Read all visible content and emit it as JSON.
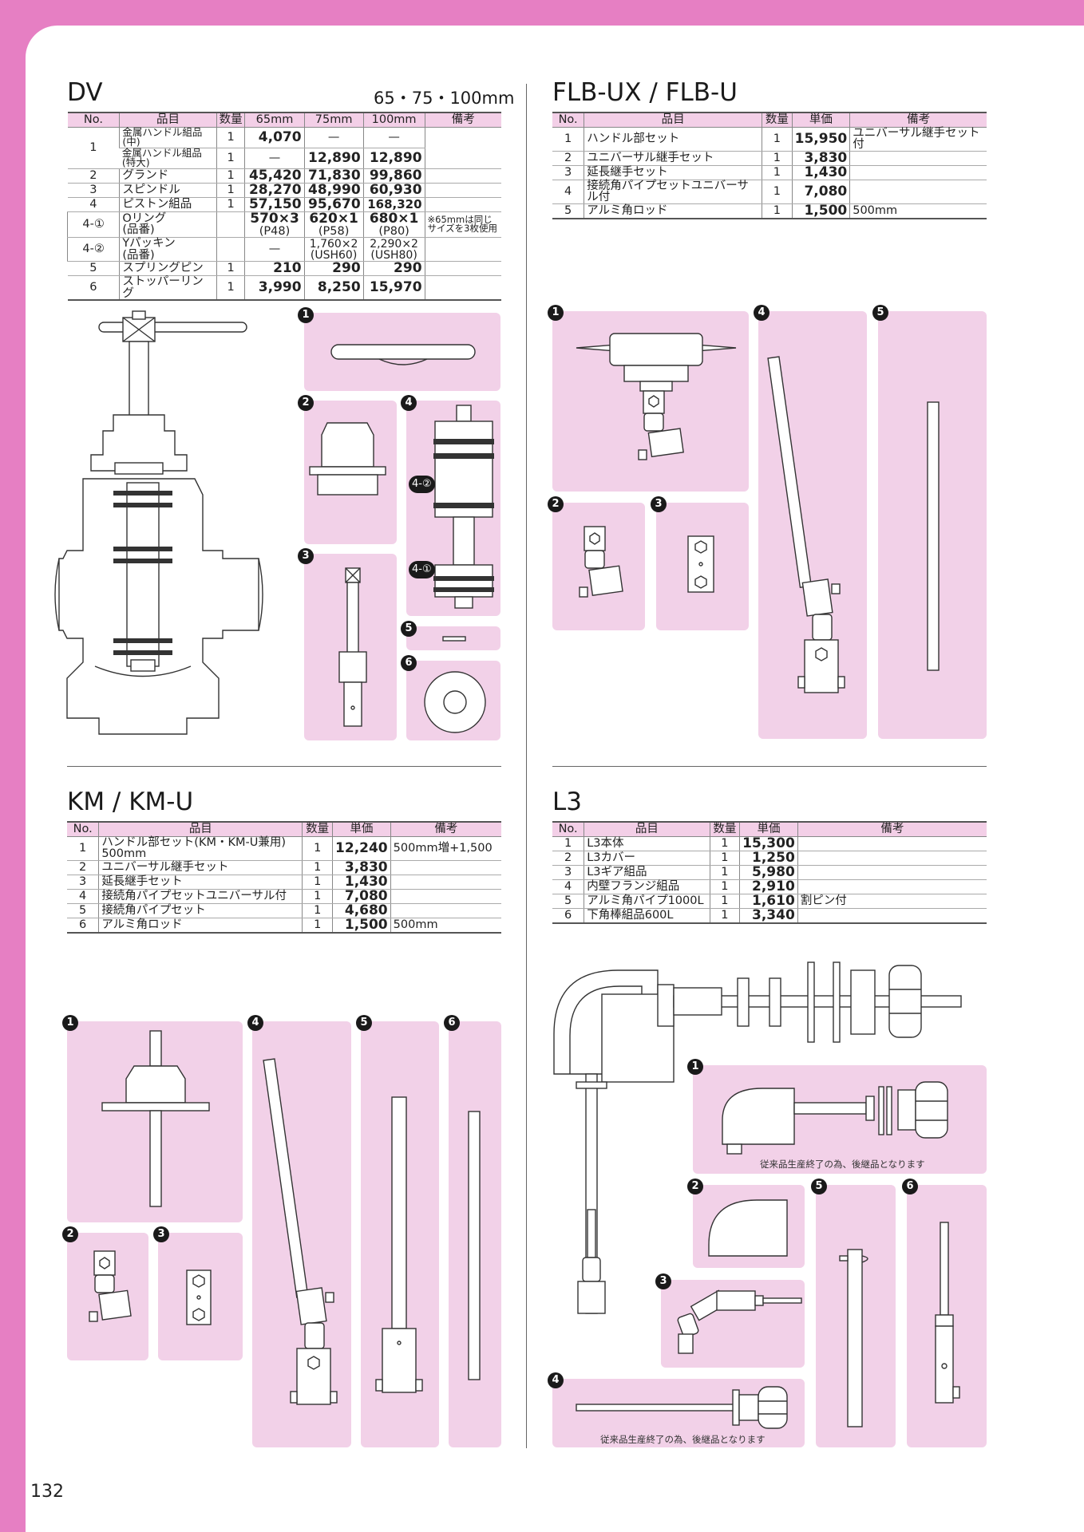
{
  "page_number": "132",
  "dv": {
    "title": "DV",
    "sizes": "65・75・100mm",
    "headers": [
      "No.",
      "品目",
      "数量",
      "65mm",
      "75mm",
      "100mm",
      "備考"
    ],
    "rows": [
      {
        "no": "1",
        "name": "金属ハンドル組品(中)",
        "qty": "1",
        "p65": "4,070",
        "p75": "—",
        "p100": "—"
      },
      {
        "name": "金属ハンドル組品(特大)",
        "qty": "1",
        "p65": "—",
        "p75": "12,890",
        "p100": "12,890"
      },
      {
        "no": "2",
        "name": "グランド",
        "qty": "1",
        "p65": "45,420",
        "p75": "71,830",
        "p100": "99,860"
      },
      {
        "no": "3",
        "name": "スピンドル",
        "qty": "1",
        "p65": "28,270",
        "p75": "48,990",
        "p100": "60,930"
      },
      {
        "no": "4",
        "name": "ピストン組品",
        "qty": "1",
        "p65": "57,150",
        "p75": "95,670",
        "p100": "168,320"
      },
      {
        "no": "4-①",
        "name": "Oリング",
        "name2": "(品番)",
        "p65": "570×3",
        "p65b": "(P48)",
        "p75": "620×1",
        "p75b": "(P58)",
        "p100": "680×1",
        "p100b": "(P80)",
        "note": "※65mmは同じ",
        "note2": "サイズを3枚使用"
      },
      {
        "no": "4-②",
        "name": "Yパッキン",
        "name2": "(品番)",
        "p65": "—",
        "p75": "1,760×2",
        "p75b": "(USH60)",
        "p100": "2,290×2",
        "p100b": "(USH80)"
      },
      {
        "no": "5",
        "name": "スプリングピン",
        "qty": "1",
        "p65": "210",
        "p75": "290",
        "p100": "290"
      },
      {
        "no": "6",
        "name": "ストッパーリング",
        "qty": "1",
        "p65": "3,990",
        "p75": "8,250",
        "p100": "15,970"
      }
    ],
    "labels": {
      "n1": "1",
      "n2": "2",
      "n3": "3",
      "n4": "4",
      "n5": "5",
      "n6": "6",
      "l41": "4-①",
      "l42": "4-②"
    }
  },
  "flb": {
    "title": "FLB-UX / FLB-U",
    "headers": [
      "No.",
      "品目",
      "数量",
      "単価",
      "備考"
    ],
    "rows": [
      {
        "no": "1",
        "name": "ハンドル部セット",
        "qty": "1",
        "price": "15,950",
        "note": "ユニバーサル継手セット付"
      },
      {
        "no": "2",
        "name": "ユニバーサル継手セット",
        "qty": "1",
        "price": "3,830",
        "note": ""
      },
      {
        "no": "3",
        "name": "延長継手セット",
        "qty": "1",
        "price": "1,430",
        "note": ""
      },
      {
        "no": "4",
        "name": "接続角パイプセットユニバーサル付",
        "qty": "1",
        "price": "7,080",
        "note": ""
      },
      {
        "no": "5",
        "name": "アルミ角ロッド",
        "qty": "1",
        "price": "1,500",
        "note": "500mm"
      }
    ],
    "labels": {
      "n1": "1",
      "n2": "2",
      "n3": "3",
      "n4": "4",
      "n5": "5"
    }
  },
  "km": {
    "title": "KM / KM-U",
    "headers": [
      "No.",
      "品目",
      "数量",
      "単価",
      "備考"
    ],
    "rows": [
      {
        "no": "1",
        "name": "ハンドル部セット(KM・KM-U兼用)",
        "name2": "500mm",
        "qty": "1",
        "price": "12,240",
        "note": "500mm増+1,500"
      },
      {
        "no": "2",
        "name": "ユニバーサル継手セット",
        "qty": "1",
        "price": "3,830",
        "note": ""
      },
      {
        "no": "3",
        "name": "延長継手セット",
        "qty": "1",
        "price": "1,430",
        "note": ""
      },
      {
        "no": "4",
        "name": "接続角パイプセットユニバーサル付",
        "qty": "1",
        "price": "7,080",
        "note": ""
      },
      {
        "no": "5",
        "name": "接続角パイプセット",
        "qty": "1",
        "price": "4,680",
        "note": ""
      },
      {
        "no": "6",
        "name": "アルミ角ロッド",
        "qty": "1",
        "price": "1,500",
        "note": "500mm"
      }
    ],
    "labels": {
      "n1": "1",
      "n2": "2",
      "n3": "3",
      "n4": "4",
      "n5": "5",
      "n6": "6"
    }
  },
  "l3": {
    "title": "L3",
    "headers": [
      "No.",
      "品目",
      "数量",
      "単価",
      "備考"
    ],
    "rows": [
      {
        "no": "1",
        "name": "L3本体",
        "qty": "1",
        "price": "15,300",
        "note": ""
      },
      {
        "no": "2",
        "name": "L3カバー",
        "qty": "1",
        "price": "1,250",
        "note": ""
      },
      {
        "no": "3",
        "name": "L3ギア組品",
        "qty": "1",
        "price": "5,980",
        "note": ""
      },
      {
        "no": "4",
        "name": "内壁フランジ組品",
        "qty": "1",
        "price": "2,910",
        "note": ""
      },
      {
        "no": "5",
        "name": "アルミ角パイプ1000L",
        "qty": "1",
        "price": "1,610",
        "note": "割ピン付"
      },
      {
        "no": "6",
        "name": "下角棒組品600L",
        "qty": "1",
        "price": "3,340",
        "note": ""
      }
    ],
    "discontinued_note": "従来品生産終了の為、後継品となります",
    "labels": {
      "n1": "1",
      "n2": "2",
      "n3": "3",
      "n4": "4",
      "n5": "5",
      "n6": "6"
    }
  }
}
